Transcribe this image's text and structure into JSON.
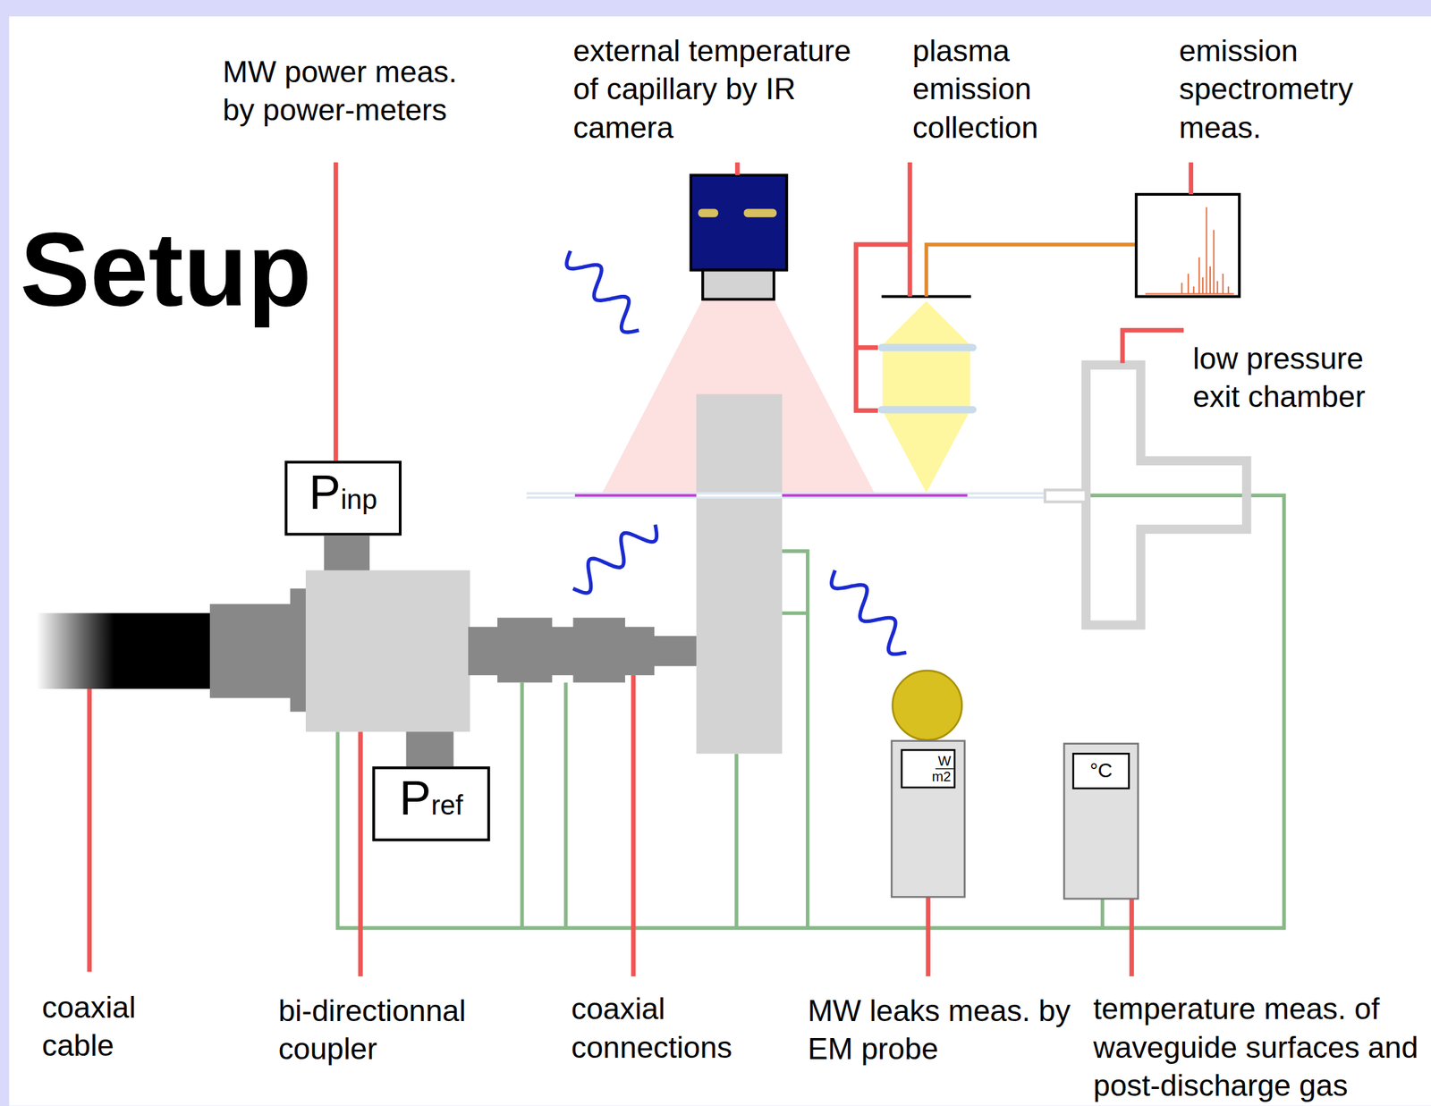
{
  "diagram": {
    "title": "Setup",
    "nodes": [
      {
        "text": [
          "P",
          "inp"
        ]
      },
      {
        "text": [
          "P",
          "ref"
        ]
      },
      {
        "text": [
          "W",
          "m2"
        ]
      },
      {
        "text": [
          "°C"
        ]
      }
    ],
    "labels": [
      "MW power meas. by power-meters",
      "external temperature of capillary by IR camera",
      "plasma emission collection",
      "emission spectrometry meas.",
      "low pressure exit chamber",
      "coaxial cable",
      "bi-directionnal coupler",
      "coaxial connections",
      "MW leaks meas. by EM probe",
      "temperature meas. of waveguide surfaces and post-discharge gas"
    ]
  }
}
